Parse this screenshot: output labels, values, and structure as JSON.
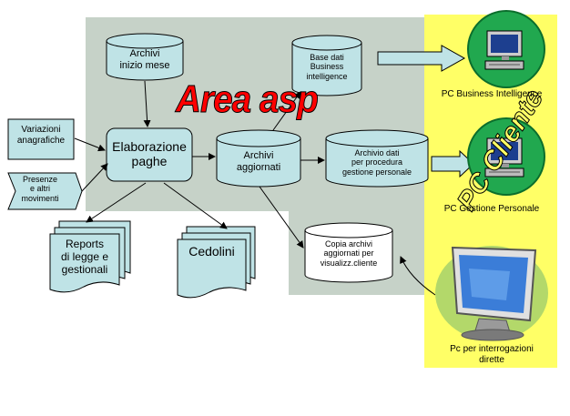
{
  "title": "Area asp",
  "client_label": "PC Cliente",
  "nodes": {
    "archivi_inizio_mese": [
      "Archivi",
      "inizio mese"
    ],
    "base_dati": [
      "Base dati",
      "Business",
      "intelligence"
    ],
    "variazioni": [
      "Variazioni",
      "anagrafiche"
    ],
    "presenze": [
      "Presenze",
      "e altri",
      "movimenti"
    ],
    "elaborazione": [
      "Elaborazione",
      "paghe"
    ],
    "archivi_aggiornati": [
      "Archivi",
      "aggiornati"
    ],
    "archivio_dati": [
      "Archivio dati",
      "per procedura",
      "gestione personale"
    ],
    "reports": [
      "Reports",
      "di legge e",
      "gestionali"
    ],
    "cedolini": [
      "Cedolini"
    ],
    "copia_archivi": [
      "Copia archivi",
      "aggiornati per",
      "visualizz.cliente"
    ]
  },
  "pcs": {
    "business": "PC Business Intelligence",
    "gestione": "PC Gestione Personale",
    "interrogazioni": [
      "Pc per interrogazioni",
      "dirette"
    ]
  },
  "colors": {
    "area": "#c6d2c8",
    "yellow_panel": "#ffff66",
    "node_fill": "#bfe3e6",
    "title_red": "#ff0000",
    "pc_circle": "#21a84f"
  }
}
